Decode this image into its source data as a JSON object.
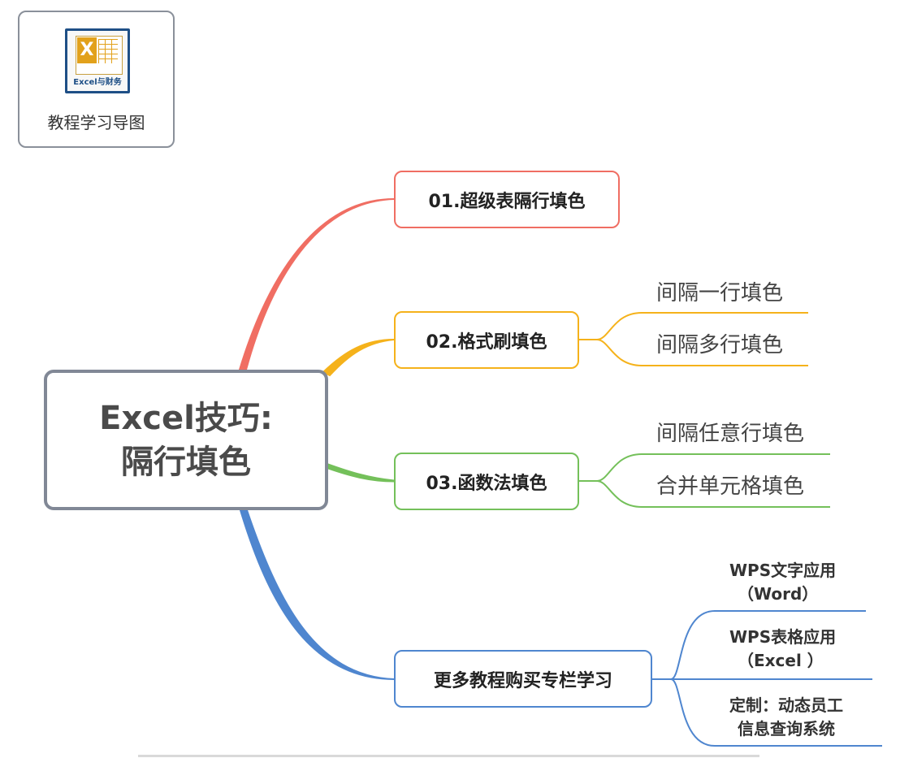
{
  "logo": {
    "glyph": "X",
    "brand": "Excel与财务",
    "caption": "教程学习导图",
    "colors": {
      "frame": "#1e4f86",
      "accent": "#e2a11b"
    }
  },
  "central": {
    "line1": "Excel技巧:",
    "line2": "隔行填色"
  },
  "branches": [
    {
      "label": "01.超级表隔行填色",
      "color": "#f06e63",
      "children": []
    },
    {
      "label": "02.格式刷填色",
      "color": "#f5b21b",
      "children": [
        "间隔一行填色",
        "间隔多行填色"
      ]
    },
    {
      "label": "03.函数法填色",
      "color": "#74c05a",
      "children": [
        "间隔任意行填色",
        "合并单元格填色"
      ]
    },
    {
      "label": "更多教程购买专栏学习",
      "color": "#4f86cf",
      "children": [
        "WPS文字应用\n（Word）",
        "WPS表格应用\n（Excel ）",
        "定制：动态员工\n信息查询系统"
      ]
    }
  ]
}
